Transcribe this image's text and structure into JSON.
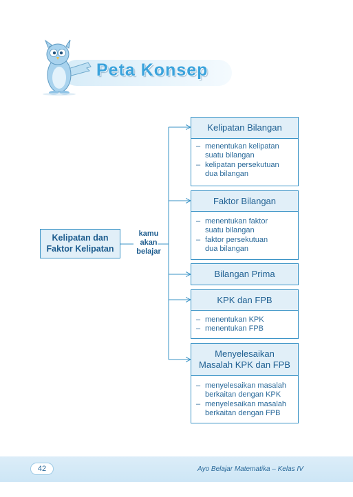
{
  "header": {
    "title": "Peta Konsep"
  },
  "root": {
    "line1": "Kelipatan dan",
    "line2": "Faktor Kelipatan"
  },
  "connector": {
    "line1": "kamu",
    "line2": "akan",
    "line3": "belajar"
  },
  "topics": [
    {
      "title": [
        "Kelipatan Bilangan"
      ],
      "items": [
        [
          "menentukan kelipatan",
          "suatu bilangan"
        ],
        [
          "kelipatan persekutuan",
          "dua bilangan"
        ]
      ]
    },
    {
      "title": [
        "Faktor Bilangan"
      ],
      "items": [
        [
          "menentukan faktor",
          "suatu bilangan"
        ],
        [
          "faktor persekutuan",
          "dua bilangan"
        ]
      ]
    },
    {
      "title": [
        "Bilangan Prima"
      ],
      "items": []
    },
    {
      "title": [
        "KPK dan FPB"
      ],
      "items": [
        [
          "menentukan KPK"
        ],
        [
          "menentukan FPB"
        ]
      ]
    },
    {
      "title": [
        "Menyelesaikan",
        "Masalah KPK dan FPB"
      ],
      "items": [
        [
          "menyelesaikan masalah",
          "berkaitan dengan KPK"
        ],
        [
          "menyelesaikan masalah",
          "berkaitan dengan FPB"
        ]
      ]
    }
  ],
  "dash": "–",
  "footer": {
    "page_number": "42",
    "book_title": "Ayo Belajar Matematika – Kelas IV"
  },
  "colors": {
    "accent": "#3aa3dc",
    "line": "#3a93c6",
    "fill": "#e1eff8"
  }
}
